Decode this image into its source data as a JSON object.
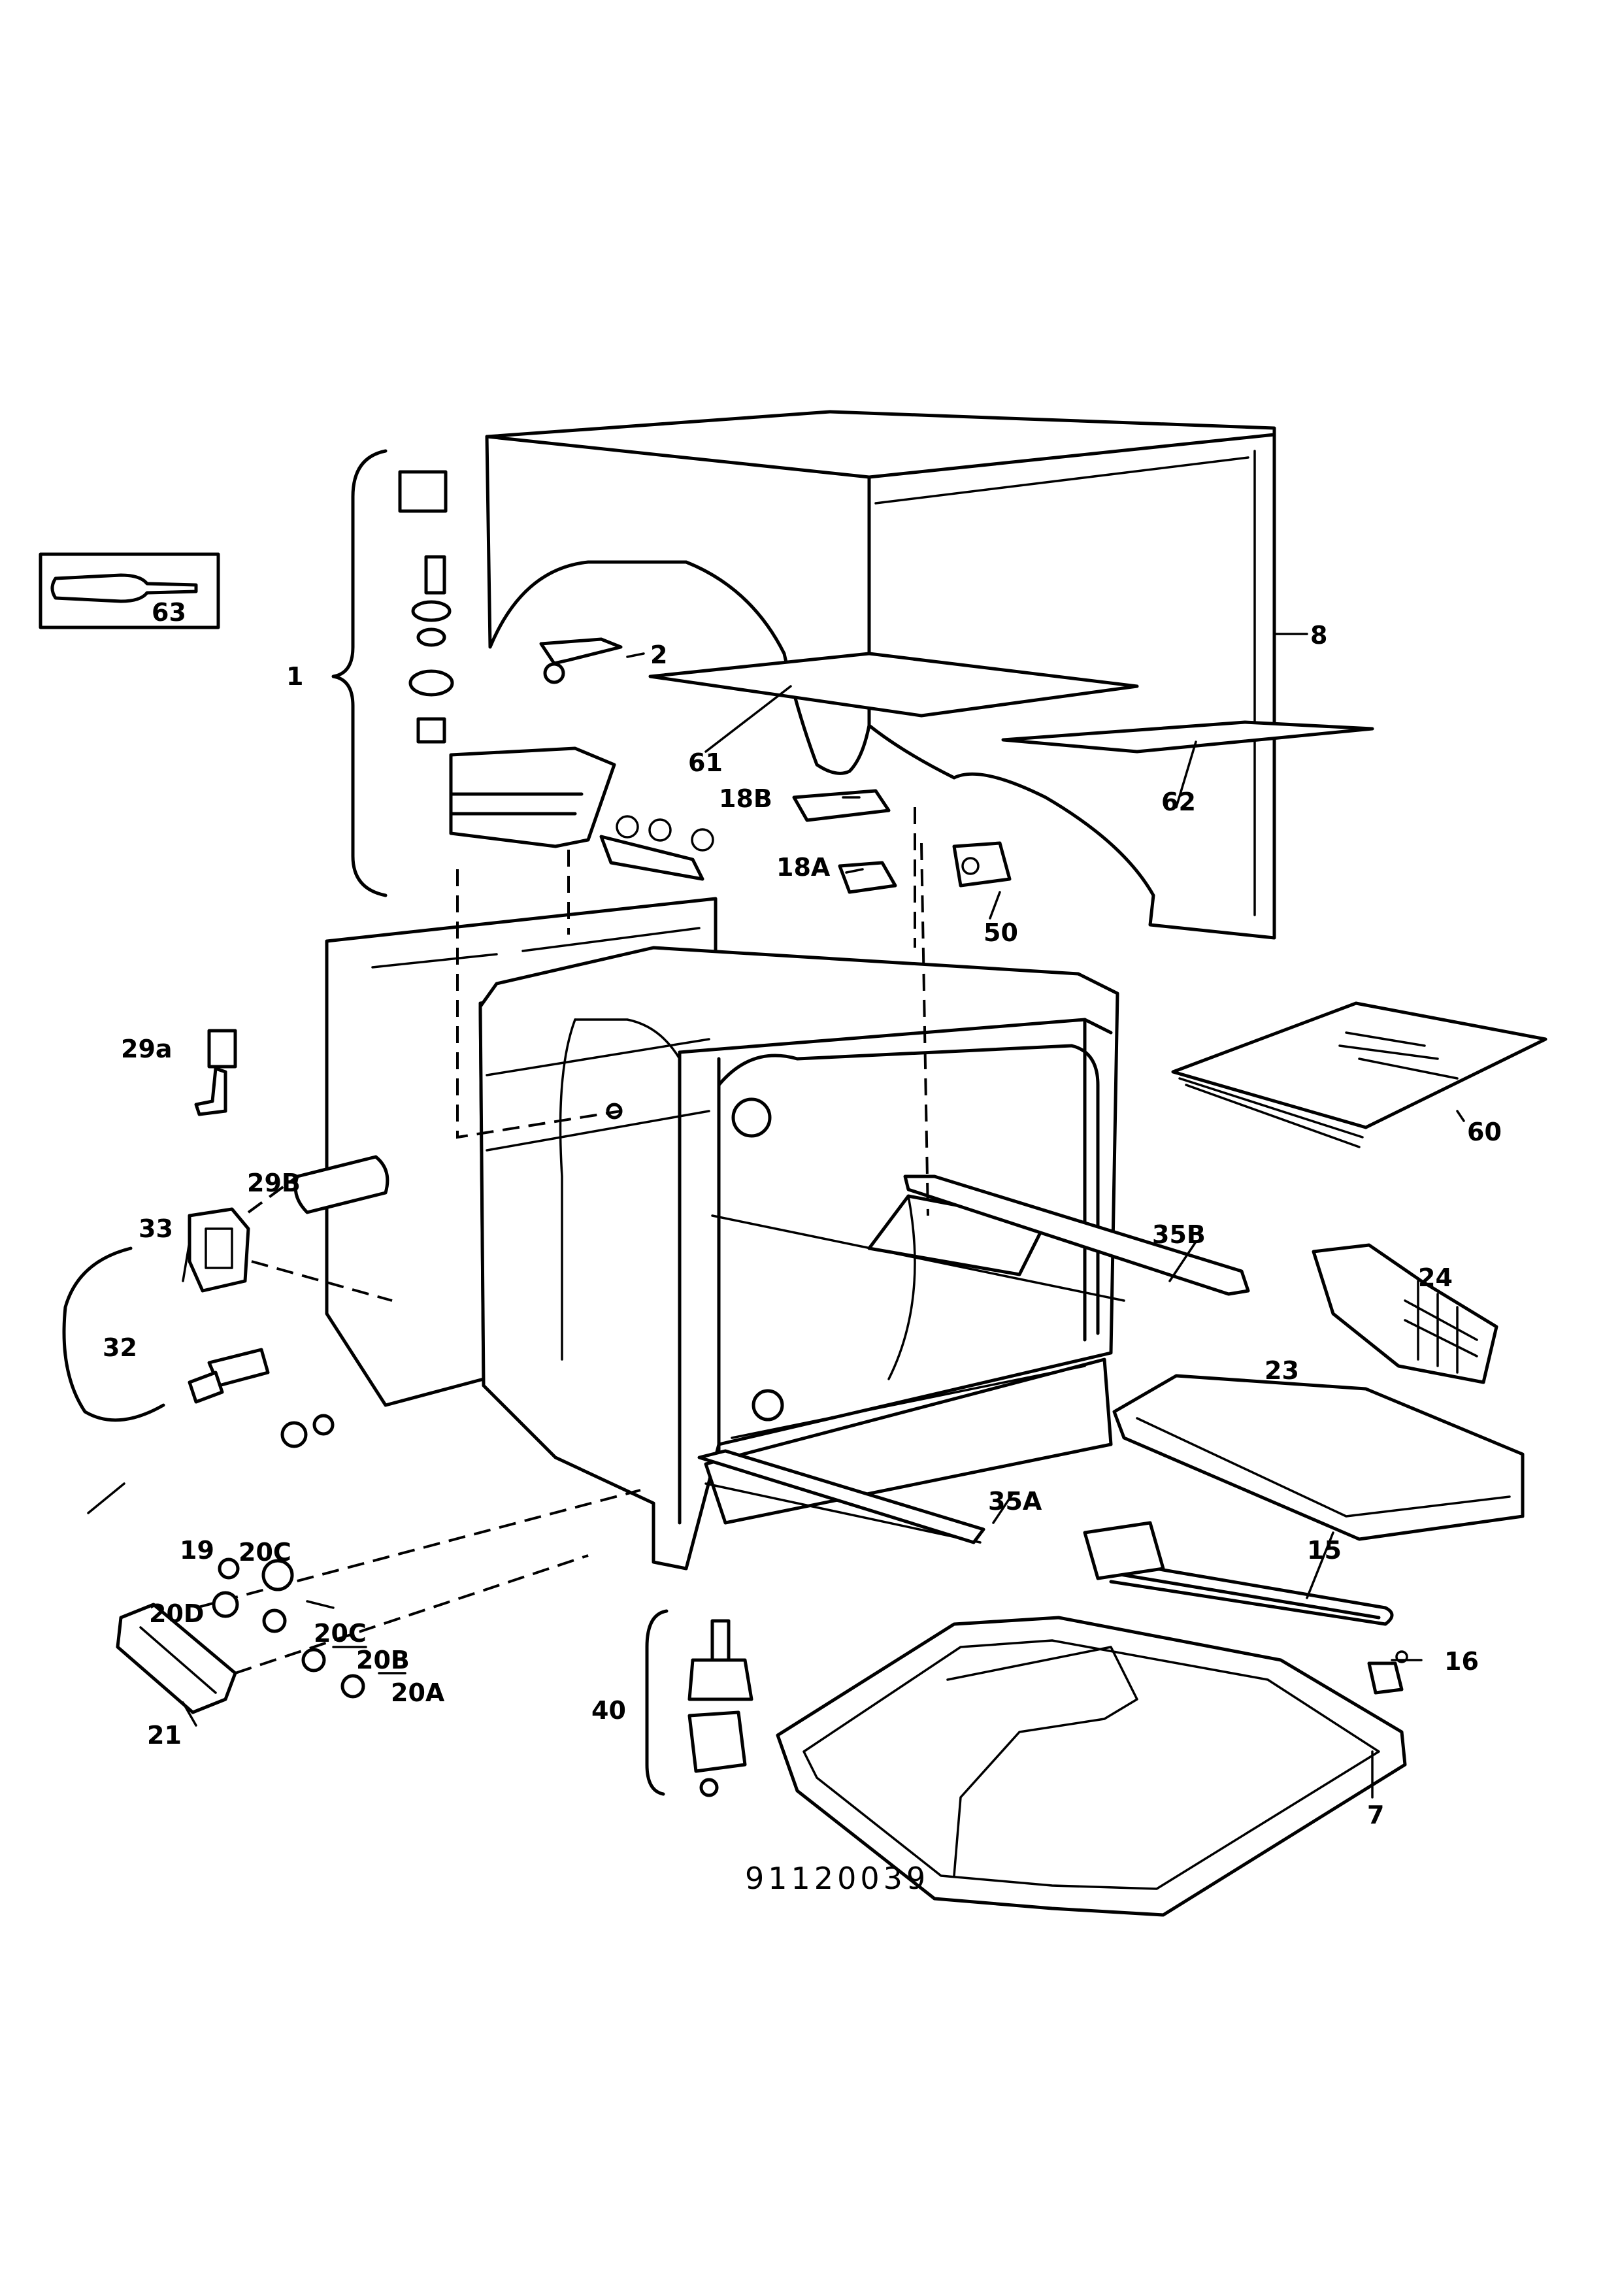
{
  "diagram": {
    "drawing_number": "91120039",
    "labels": {
      "l1": "1",
      "l2": "2",
      "l7": "7",
      "l8": "8",
      "l15": "15",
      "l16": "16",
      "l18A": "18A",
      "l18B": "18B",
      "l19": "19",
      "l20A": "20A",
      "l20B": "20B",
      "l20C_a": "20C",
      "l20C_b": "20C",
      "l20D": "20D",
      "l21": "21",
      "l23": "23",
      "l24": "24",
      "l29a": "29a",
      "l29B": "29B",
      "l32": "32",
      "l33": "33",
      "l35A": "35A",
      "l35B": "35B",
      "l40": "40",
      "l50": "50",
      "l60": "60",
      "l61": "61",
      "l62": "62",
      "l63": "63"
    }
  }
}
